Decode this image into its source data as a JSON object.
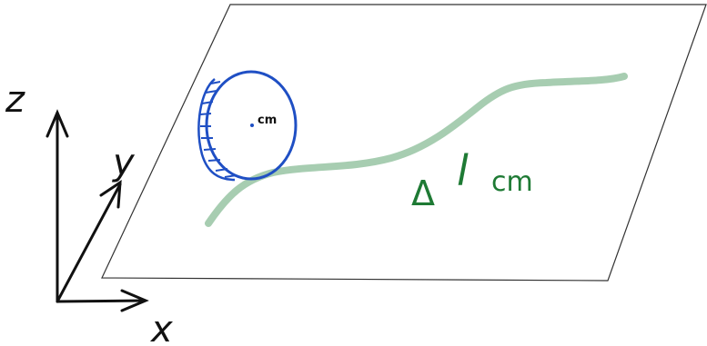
{
  "diagram": {
    "axes": {
      "z_label": "z",
      "y_label": "y",
      "x_label": "x",
      "color": "#111111"
    },
    "plane": {
      "color": "#333333"
    },
    "disk": {
      "center_label": "cm",
      "color": "#1f4fc4"
    },
    "path": {
      "color": "#a7cdb1"
    },
    "displacement_label": {
      "delta": "Δ",
      "l": "l",
      "subscript": "cm",
      "color": "#1e7a34"
    }
  }
}
